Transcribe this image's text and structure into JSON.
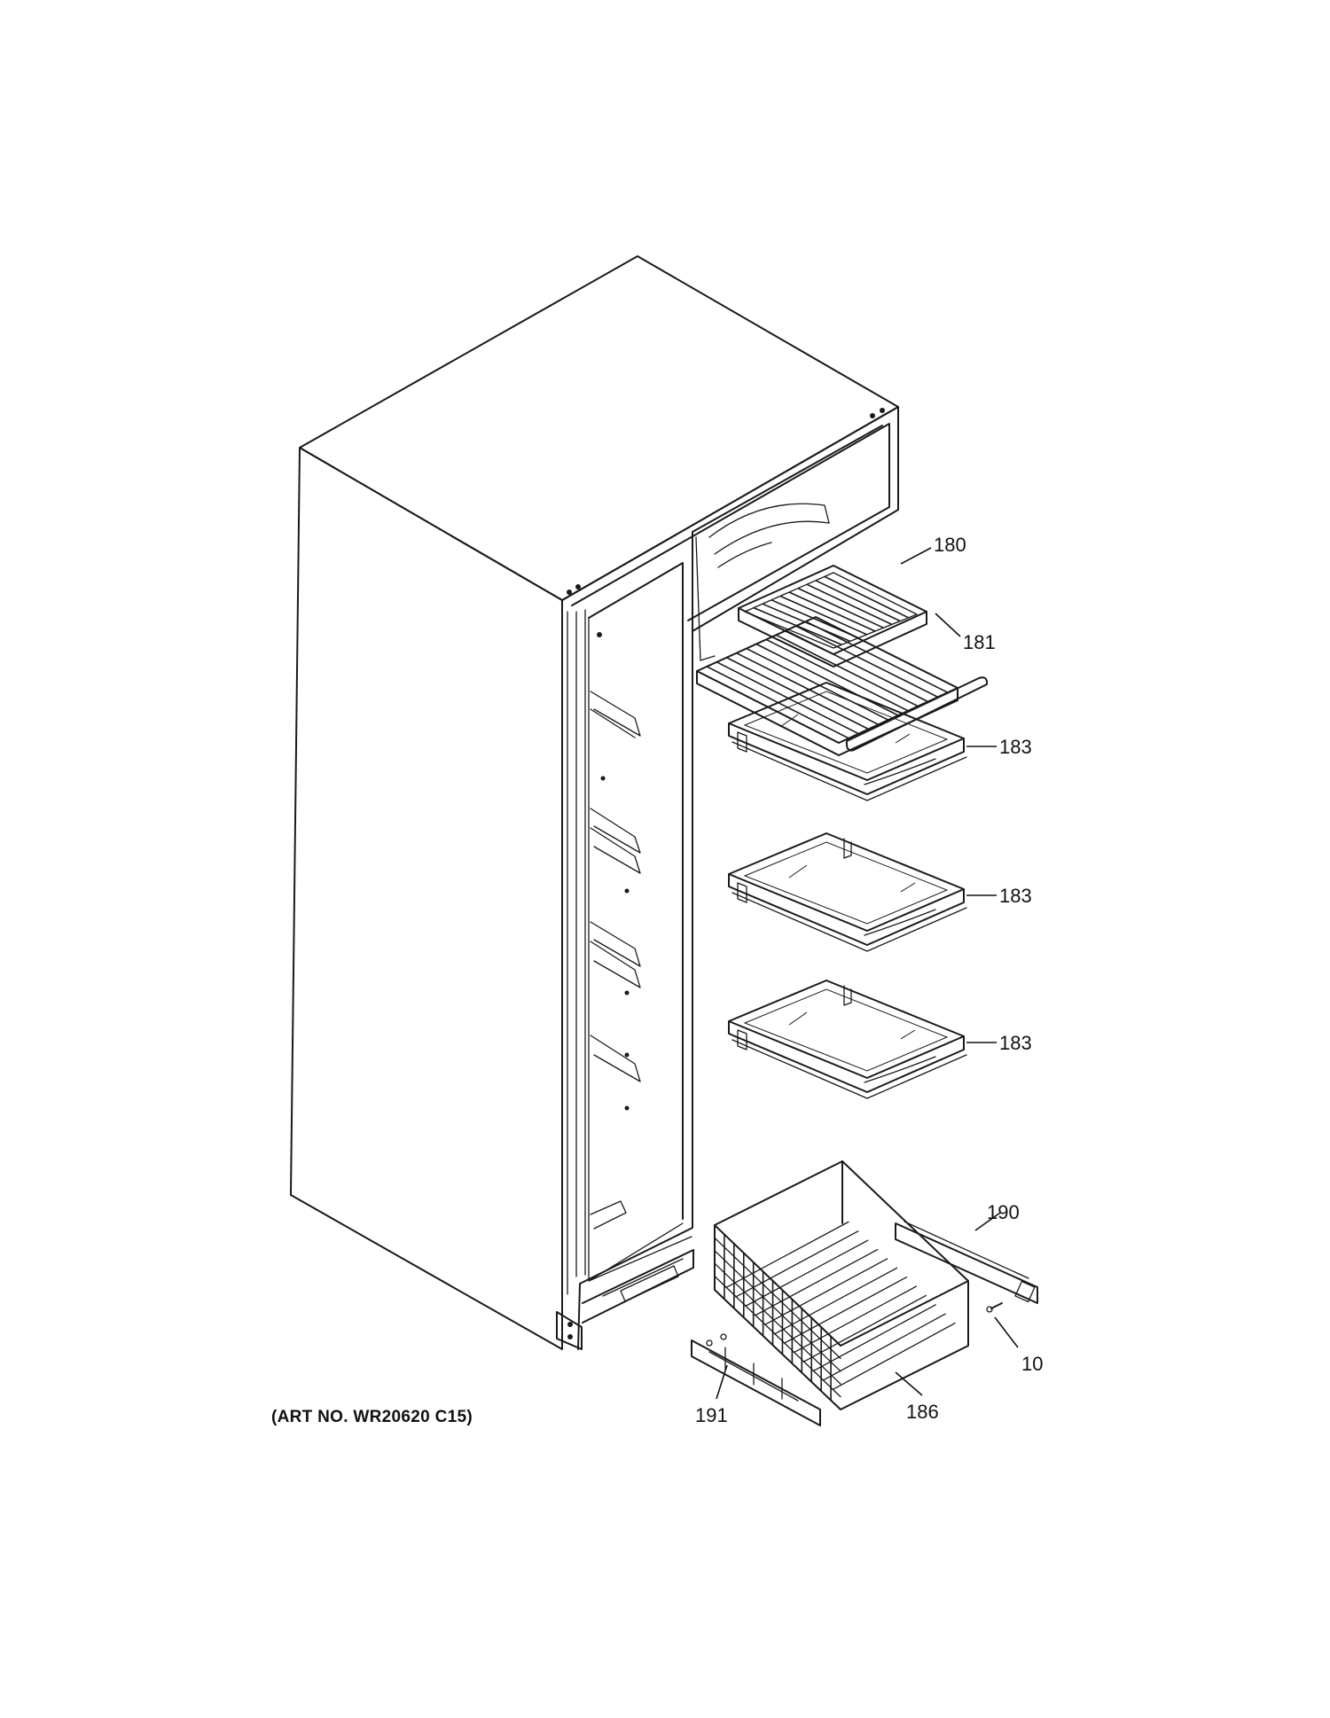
{
  "diagram": {
    "art_number_caption": "(ART NO. WR20620 C15)",
    "callouts": [
      {
        "id": "180",
        "label": "180"
      },
      {
        "id": "181",
        "label": "181"
      },
      {
        "id": "183a",
        "label": "183"
      },
      {
        "id": "183b",
        "label": "183"
      },
      {
        "id": "183c",
        "label": "183"
      },
      {
        "id": "190",
        "label": "190"
      },
      {
        "id": "10",
        "label": "10"
      },
      {
        "id": "186",
        "label": "186"
      },
      {
        "id": "191",
        "label": "191"
      }
    ]
  }
}
